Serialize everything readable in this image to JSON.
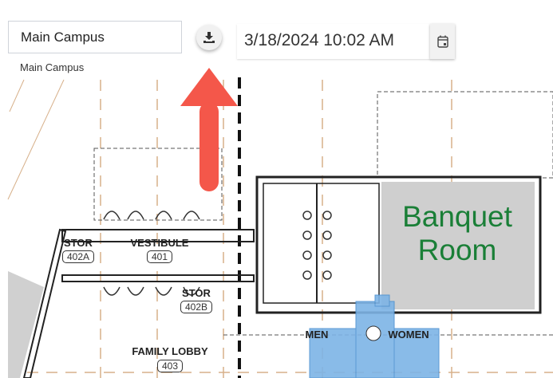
{
  "toolbar": {
    "site_value": "Main Campus",
    "site_label": "Main Campus",
    "download_icon": "download-icon",
    "datetime": "3/18/2024 10:02 AM",
    "calendar_icon": "calendar-icon"
  },
  "plan": {
    "rooms": [
      {
        "name": "STOR",
        "number": "402A"
      },
      {
        "name": "VESTIBULE",
        "number": "401"
      },
      {
        "name": "STOR",
        "number": "402B"
      },
      {
        "name": "FAMILY LOBBY",
        "number": "403"
      },
      {
        "name": "MEN"
      },
      {
        "name": "WOMEN"
      }
    ],
    "highlight": {
      "line1": "Banquet",
      "line2": "Room",
      "color": "#1a7f37"
    }
  },
  "annotation": {
    "color": "#f4574a"
  }
}
